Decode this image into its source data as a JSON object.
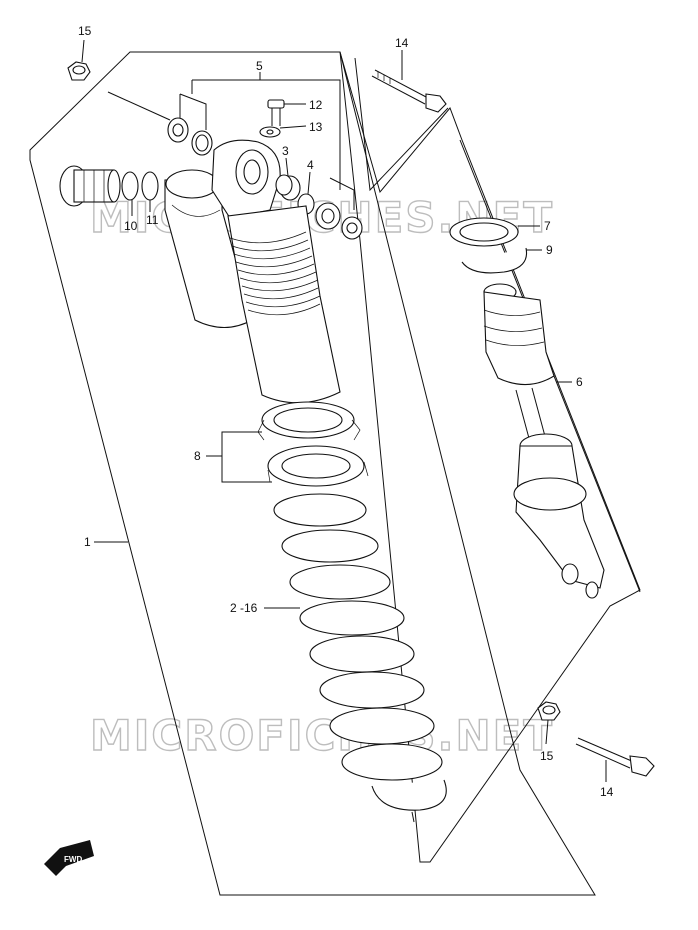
{
  "watermark": {
    "upper": "MICROFICHES.NET",
    "lower": "MICROFICHES.NET"
  },
  "fwd_badge": "FWD",
  "callouts": {
    "c15_top": "15",
    "c14_top": "14",
    "c5": "5",
    "c12": "12",
    "c13": "13",
    "c3": "3",
    "c4": "4",
    "c10": "10",
    "c11": "11",
    "c7": "7",
    "c9": "9",
    "c6": "6",
    "c8": "8",
    "c1": "1",
    "c2_16": "2 -16",
    "c15_bottom": "15",
    "c14_bottom": "14"
  }
}
